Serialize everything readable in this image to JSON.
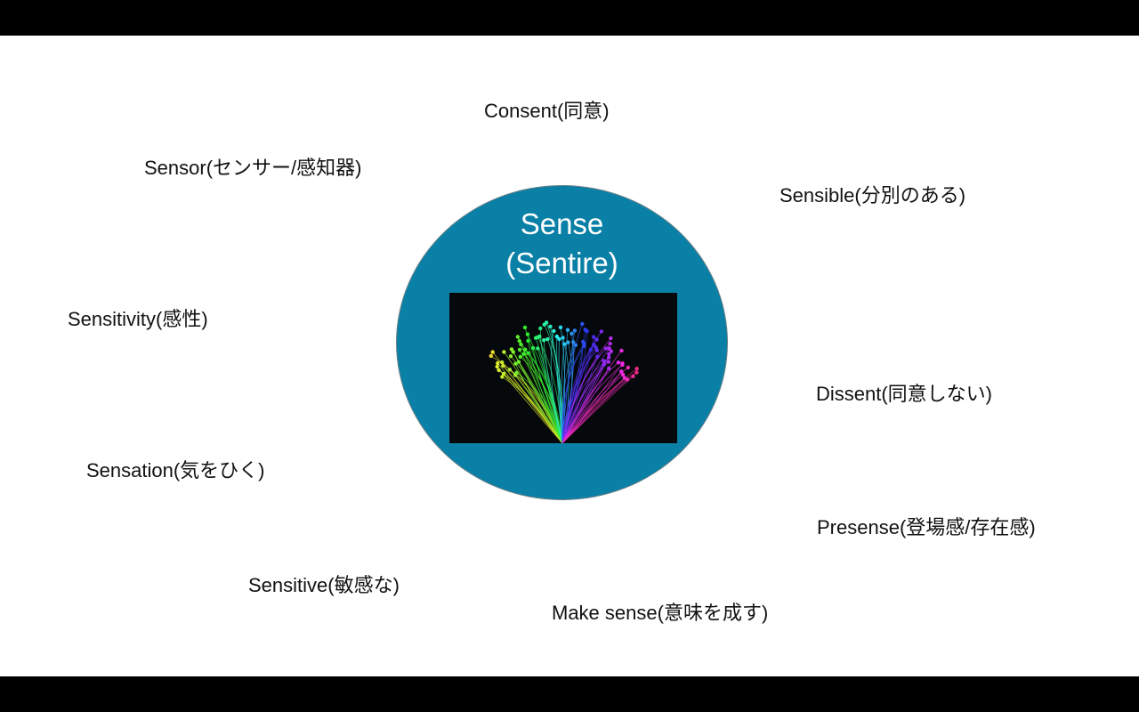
{
  "slide": {
    "center": {
      "title_line1": "Sense",
      "title_line2": "(Sentire)",
      "image_icon": "brain-network-illustration",
      "circle_color": "#0a80a6"
    },
    "terms": [
      {
        "id": "consent",
        "label": "Consent(同意)"
      },
      {
        "id": "sensor",
        "label": "Sensor(センサー/感知器)"
      },
      {
        "id": "sensible",
        "label": "Sensible(分別のある)"
      },
      {
        "id": "sensitivity",
        "label": "Sensitivity(感性)"
      },
      {
        "id": "dissent",
        "label": "Dissent(同意しない)"
      },
      {
        "id": "sensation",
        "label": "Sensation(気をひく)"
      },
      {
        "id": "presense",
        "label": "Presense(登場感/存在感)"
      },
      {
        "id": "sensitive",
        "label": "Sensitive(敏感な)"
      },
      {
        "id": "make-sense",
        "label": "Make sense(意味を成す)"
      }
    ]
  }
}
